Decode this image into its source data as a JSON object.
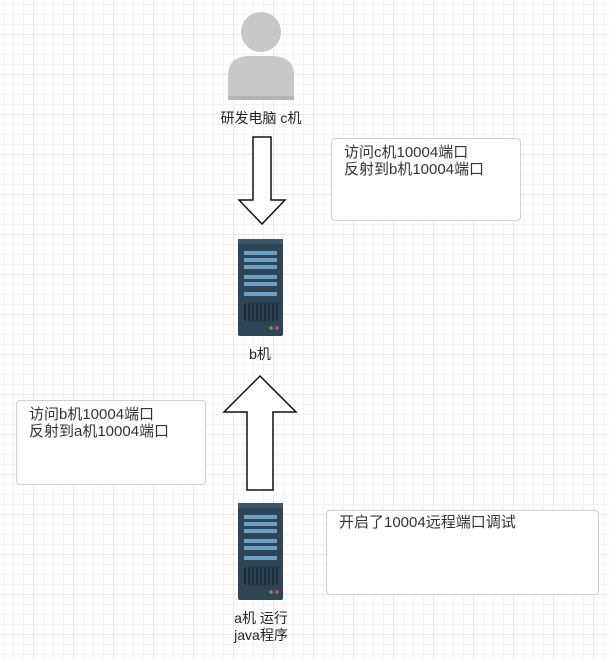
{
  "nodes": {
    "dev_pc": {
      "label": "研发电脑 c机",
      "icon": "user-icon"
    },
    "server_b": {
      "label": "b机",
      "icon": "server-icon"
    },
    "server_a": {
      "label_line1": "a机  运行",
      "label_line2": "java程序",
      "icon": "server-icon"
    }
  },
  "notes": {
    "c_to_b": {
      "line1": "访问c机10004端口",
      "line2": "反射到b机10004端口"
    },
    "b_to_a": {
      "line1": "访问b机10004端口",
      "line2": "反射到a机10004端口"
    },
    "a_debug": {
      "line1": "开启了10004远程端口调试"
    }
  },
  "arrows": [
    {
      "from": "dev_pc",
      "to": "server_b",
      "direction": "down"
    },
    {
      "from": "server_a",
      "to": "server_b",
      "direction": "up"
    }
  ],
  "colors": {
    "user_icon": "#c8c8c8",
    "server_body": "#2f4454",
    "server_accent": "#6aa0c8",
    "server_led_green": "#4caf50",
    "server_led_red": "#e04060",
    "note_border": "#cfcfcf"
  }
}
